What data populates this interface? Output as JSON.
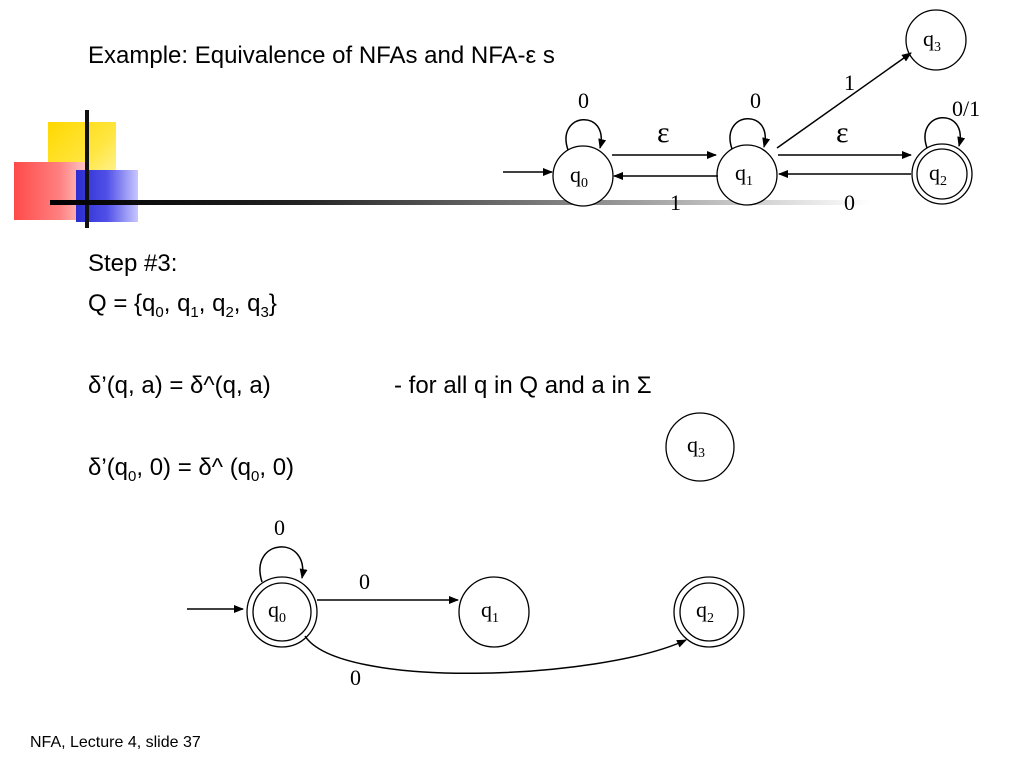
{
  "slide": {
    "title": "Example: Equivalence of NFAs and NFA-ε s",
    "step": "Step #3:",
    "q_set": {
      "prefix": "Q = {q",
      "s0": "0",
      "sep1": ", q",
      "s1": "1",
      "sep2": ", q",
      "s2": "2",
      "sep3": ", q",
      "s3": "3",
      "suffix": "}"
    },
    "rule": "δ’(q, a) = δ^(q, a)",
    "rule_note": "- for all q in Q and a in Σ",
    "example": {
      "p1": "δ’(q",
      "s1": "0",
      "p2": ", 0) = δ^ (q",
      "s2": "0",
      "p3": ", 0)"
    },
    "footer": "NFA, Lecture 4, slide 37"
  },
  "top_nfa": {
    "states": [
      {
        "base": "q",
        "sub": "0"
      },
      {
        "base": "q",
        "sub": "1"
      },
      {
        "base": "q",
        "sub": "2"
      },
      {
        "base": "q",
        "sub": "3"
      }
    ],
    "edges": {
      "q0_loop": "0",
      "q1_loop": "0",
      "q2_loop": "0/1",
      "q0_q1": "ε",
      "q1_q2": "ε",
      "q1_q0": "1",
      "q2_q1": "0",
      "q1_q3": "1"
    }
  },
  "bottom_nfa": {
    "states": [
      {
        "base": "q",
        "sub": "0"
      },
      {
        "base": "q",
        "sub": "1"
      },
      {
        "base": "q",
        "sub": "2"
      },
      {
        "base": "q",
        "sub": "3"
      }
    ],
    "edges": {
      "q0_loop": "0",
      "q0_q1": "0",
      "q0_q2": "0"
    }
  }
}
